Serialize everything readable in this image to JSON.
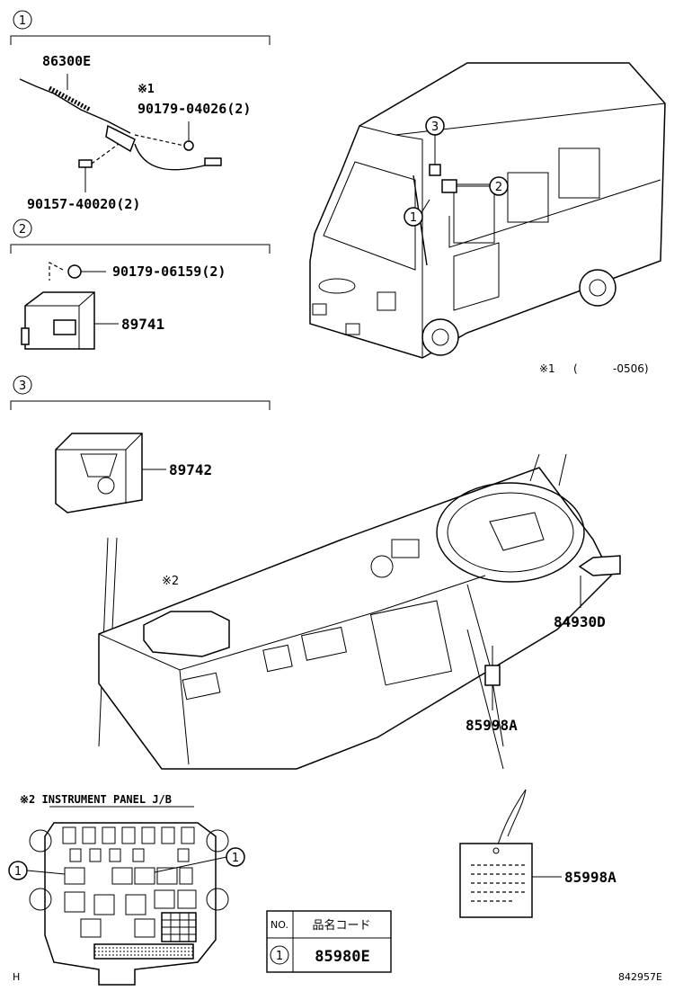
{
  "sections": [
    {
      "number": "1"
    },
    {
      "number": "2"
    },
    {
      "number": "3"
    }
  ],
  "parts": {
    "antenna": "86300E",
    "note1_marker": "※1",
    "nut_1": "90179-04026(2)",
    "screw_1": "90157-40020(2)",
    "nut_2": "90179-06159(2)",
    "receiver_1": "89741",
    "receiver_2": "89742",
    "note2_marker": "※2",
    "connector": "84930D",
    "label_tag_1": "85998A",
    "label_tag_2": "85998A"
  },
  "vehicle_callouts": [
    "3",
    "2",
    "1"
  ],
  "footnote": {
    "marker": "※1",
    "open": "(",
    "code": "-0506)"
  },
  "jb": {
    "title": "※2  INSTRUMENT PANEL J/B",
    "callout_left": "1",
    "callout_right": "1"
  },
  "table": {
    "col_no": "NO.",
    "col_code": "品名コード",
    "row_no": "1",
    "row_code": "85980E"
  },
  "corner_left": "H",
  "corner_right": "842957E"
}
